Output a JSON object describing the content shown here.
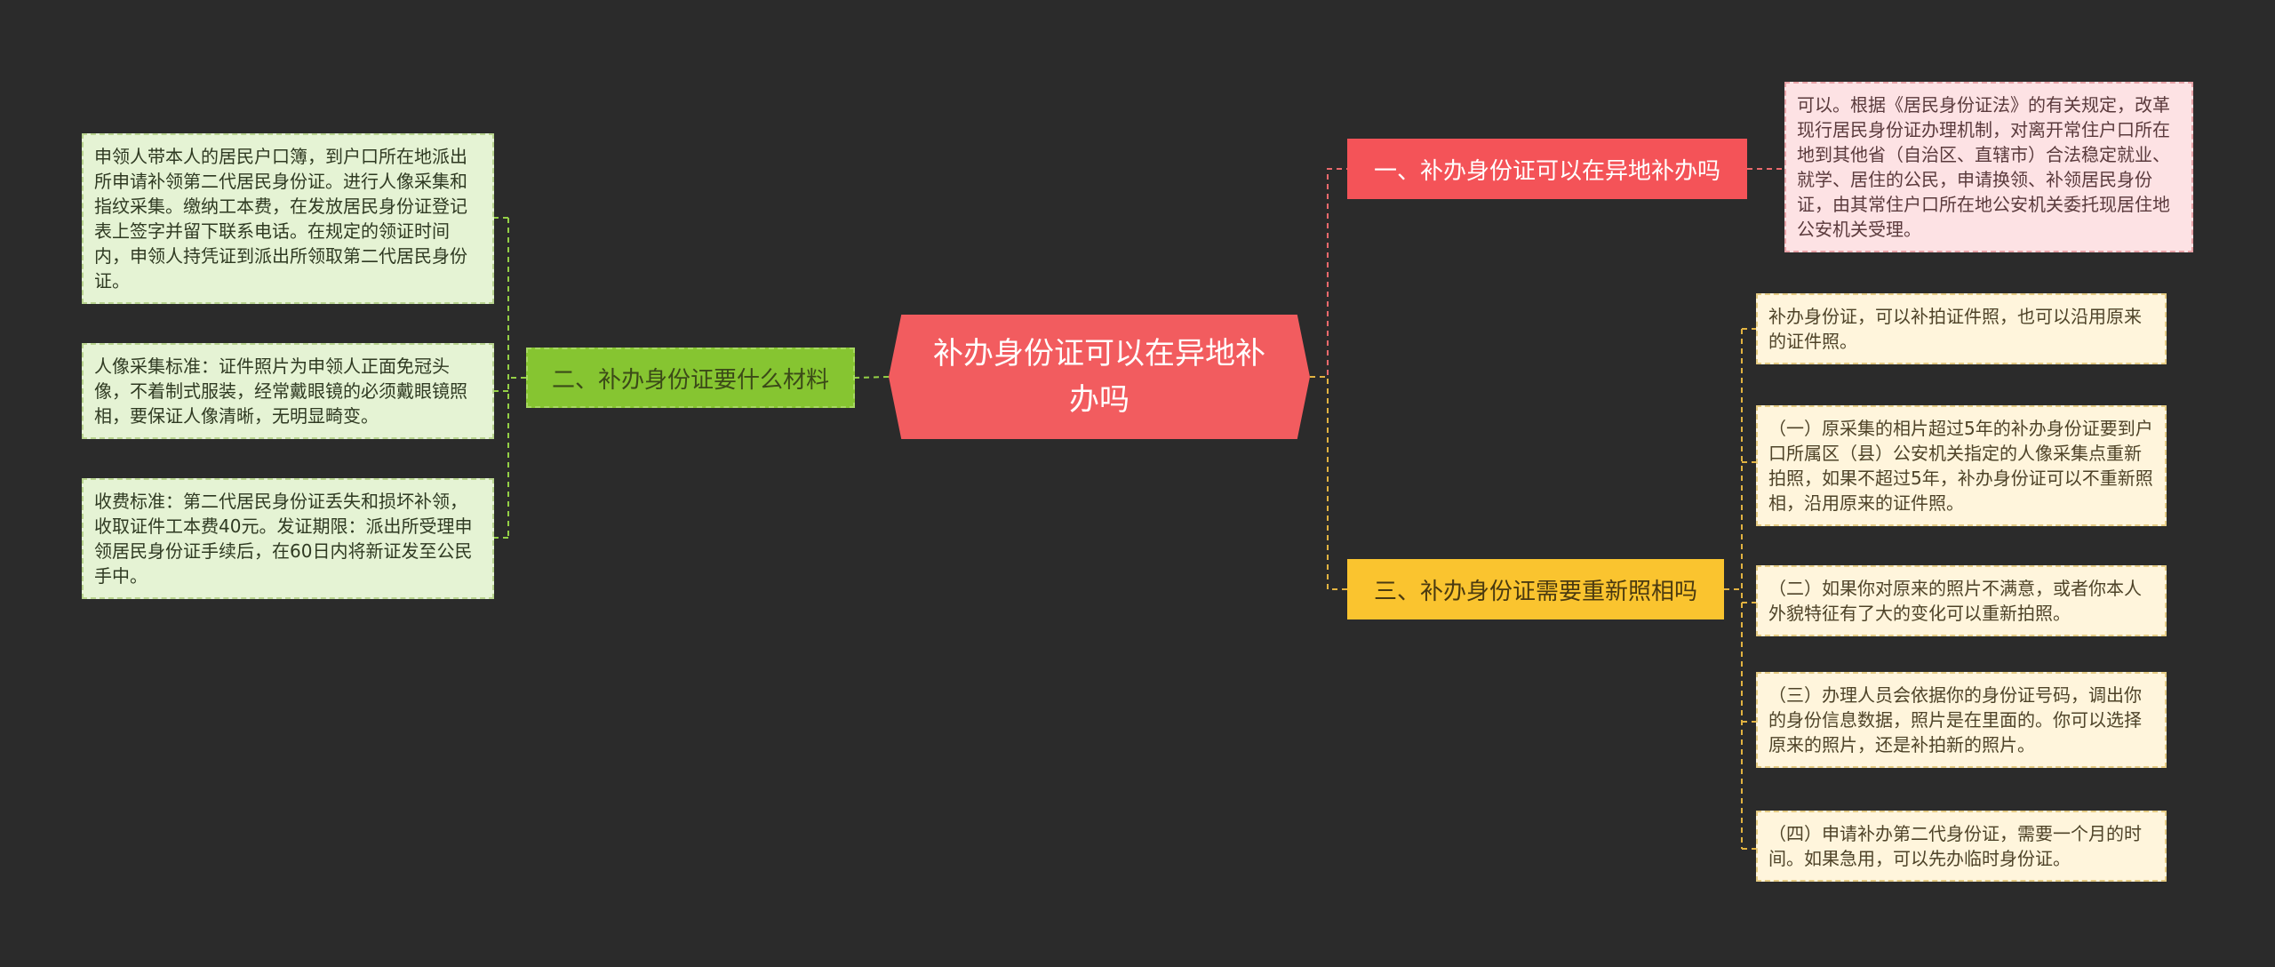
{
  "colors": {
    "background": "#2b2b2b",
    "center": "#f25c5f",
    "branch_red": "#f45358",
    "branch_green": "#86c531",
    "branch_yellow": "#fac42f",
    "leaf_red": "#fde2e4",
    "leaf_green": "#e5f3d4",
    "leaf_yellow": "#fff5dc"
  },
  "center": {
    "title": "补办身份证可以在异地补办吗"
  },
  "branches": [
    {
      "label": "一、补办身份证可以在异地补办吗",
      "leaves": [
        "可以。根据《居民身份证法》的有关规定，改革现行居民身份证办理机制，对离开常住户口所在地到其他省（自治区、直辖市）合法稳定就业、就学、居住的公民，申请换领、补领居民身份证，由其常住户口所在地公安机关委托现居住地公安机关受理。"
      ]
    },
    {
      "label": "二、补办身份证要什么材料",
      "leaves": [
        "申领人带本人的居民户口簿，到户口所在地派出所申请补领第二代居民身份证。进行人像采集和指纹采集。缴纳工本费，在发放居民身份证登记表上签字并留下联系电话。在规定的领证时间内，申领人持凭证到派出所领取第二代居民身份证。",
        "人像采集标准：证件照片为申领人正面免冠头像，不着制式服装，经常戴眼镜的必须戴眼镜照相，要保证人像清晰，无明显畸变。",
        "收费标准：第二代居民身份证丢失和损坏补领，收取证件工本费40元。发证期限：派出所受理申领居民身份证手续后，在60日内将新证发至公民手中。"
      ]
    },
    {
      "label": "三、补办身份证需要重新照相吗",
      "leaves": [
        "补办身份证，可以补拍证件照，也可以沿用原来的证件照。",
        "（一）原采集的相片超过5年的补办身份证要到户口所属区（县）公安机关指定的人像采集点重新拍照，如果不超过5年，补办身份证可以不重新照相，沿用原来的证件照。",
        "（二）如果你对原来的照片不满意，或者你本人外貌特征有了大的变化可以重新拍照。",
        "（三）办理人员会依据你的身份证号码，调出你的身份信息数据，照片是在里面的。你可以选择原来的照片，还是补拍新的照片。",
        "（四）申请补办第二代身份证，需要一个月的时间。如果急用，可以先办临时身份证。"
      ]
    }
  ]
}
